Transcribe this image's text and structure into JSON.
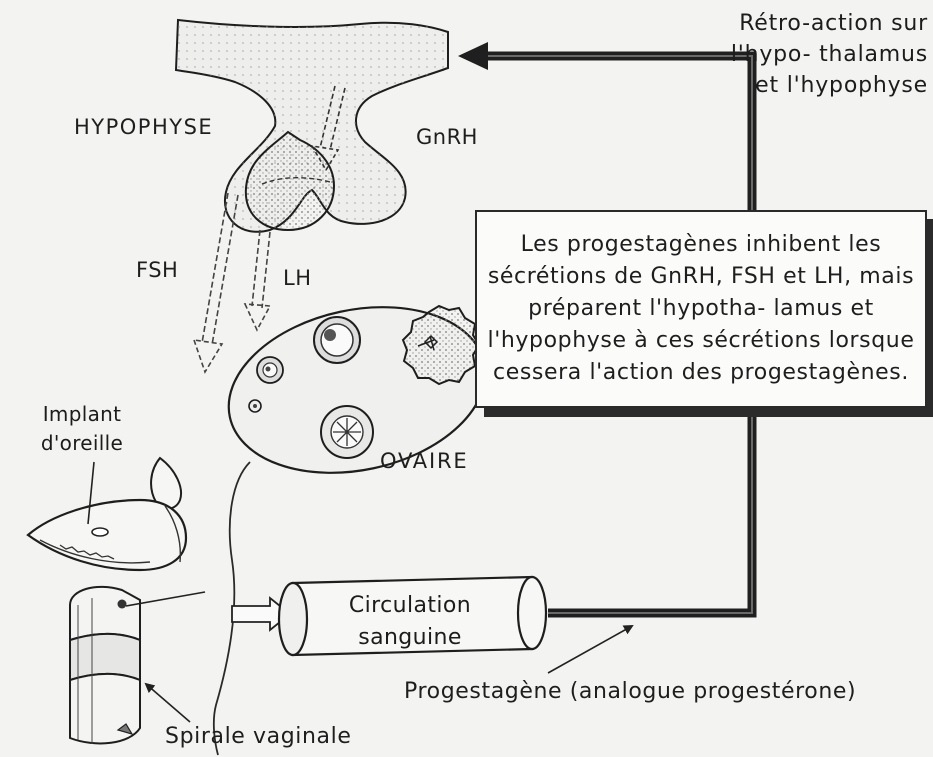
{
  "labels": {
    "hypophyse": "HYPOPHYSE",
    "gnrh": "GnRH",
    "fsh": "FSH",
    "lh": "LH",
    "ovaire": "OVAIRE",
    "implant": "Implant d'oreille",
    "circulation": "Circulation sanguine",
    "progestagene": "Progestagène (analogue progestérone)",
    "spirale": "Spirale vaginale",
    "retroaction": "Rétro-action sur l'hypo- thalamus et l'hypophyse"
  },
  "box": {
    "text": "Les progestagènes inhibent les sécrétions de GnRH, FSH et LH, mais préparent l'hypotha- lamus et l'hypophyse à ces sécrétions lorsque cessera l'action des progestagènes."
  }
}
